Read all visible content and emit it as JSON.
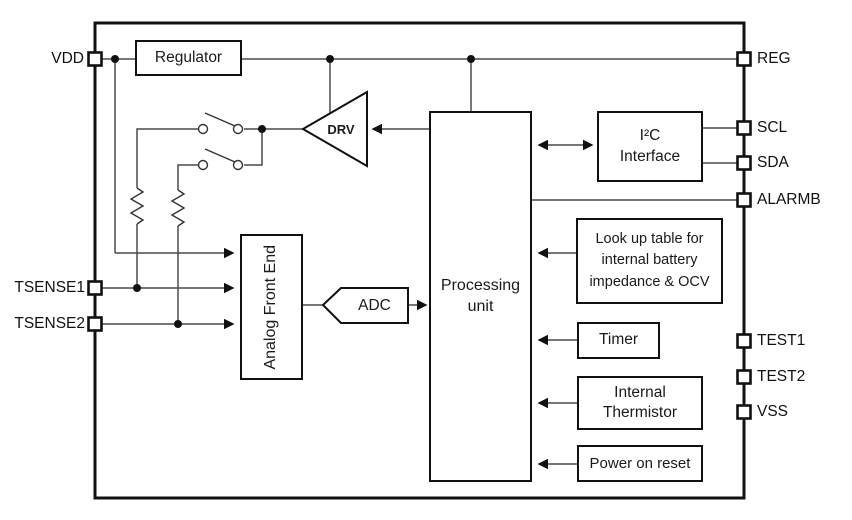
{
  "diagram_title": "battery monitor IC block diagram",
  "colors": {
    "background": "#ffffff",
    "chip_border": "#111111",
    "box_border": "#111111",
    "wire": "#4a4a4a",
    "junction_dot": "#111111",
    "text": "#1a1a1a"
  },
  "pins": {
    "left": [
      {
        "label": "VDD"
      },
      {
        "label": "TSENSE1"
      },
      {
        "label": "TSENSE2"
      }
    ],
    "right": [
      {
        "label": "REG"
      },
      {
        "label": "SCL"
      },
      {
        "label": "SDA"
      },
      {
        "label": "ALARMB"
      },
      {
        "label": "TEST1"
      },
      {
        "label": "TEST2"
      },
      {
        "label": "VSS"
      }
    ]
  },
  "blocks": {
    "regulator": {
      "label": "Regulator"
    },
    "drv": {
      "label": "DRV"
    },
    "afe": {
      "label": "Analog Front End"
    },
    "adc": {
      "label": "ADC"
    },
    "processing": {
      "label": "Processing\nunit"
    },
    "i2c": {
      "label": "I²C\nInterface"
    },
    "lut": {
      "label": "Look up table for\ninternal battery\nimpedance & OCV"
    },
    "timer": {
      "label": "Timer"
    },
    "thermistor": {
      "label": "Internal\nThermistor"
    },
    "por": {
      "label": "Power on reset"
    }
  }
}
